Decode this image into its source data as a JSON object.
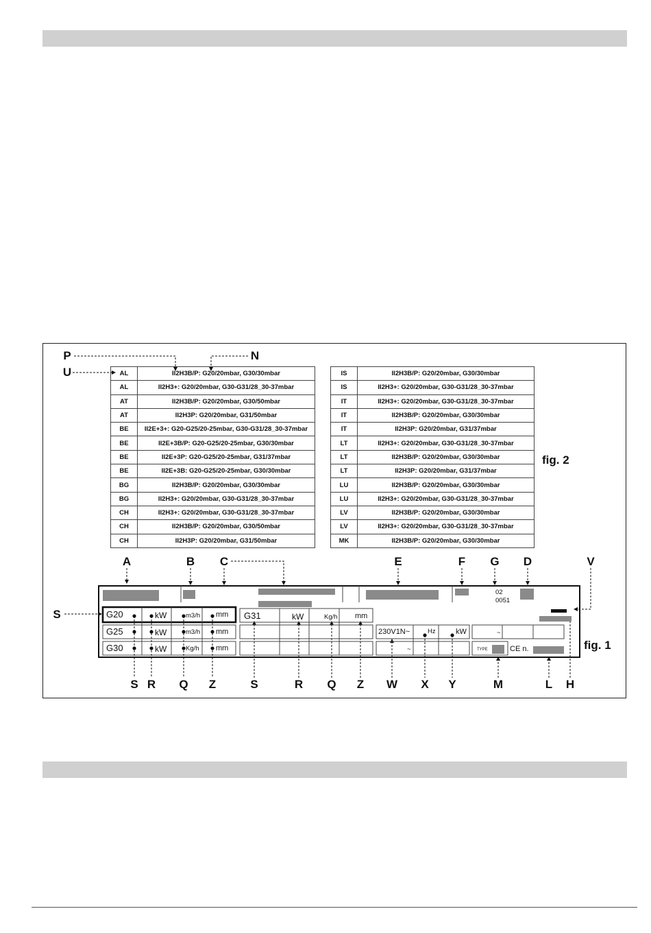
{
  "fig2_label": "fig. 2",
  "fig1_label": "fig. 1",
  "fig2_callouts": {
    "p": "P",
    "n": "N",
    "u": "U"
  },
  "country_table_left": [
    {
      "code": "AL",
      "gas": "II2H3B/P: G20/20mbar, G30/30mbar"
    },
    {
      "code": "AL",
      "gas": "II2H3+: G20/20mbar, G30-G31/28_30-37mbar"
    },
    {
      "code": "AT",
      "gas": "II2H3B/P: G20/20mbar, G30/50mbar"
    },
    {
      "code": "AT",
      "gas": "II2H3P:  G20/20mbar, G31/50mbar"
    },
    {
      "code": "BE",
      "gas": "II2E+3+: G20-G25/20-25mbar, G30-G31/28_30-37mbar"
    },
    {
      "code": "BE",
      "gas": "II2E+3B/P:  G20-G25/20-25mbar, G30/30mbar"
    },
    {
      "code": "BE",
      "gas": "II2E+3P: G20-G25/20-25mbar, G31/37mbar"
    },
    {
      "code": "BE",
      "gas": "II2E+3B: G20-G25/20-25mbar, G30/30mbar"
    },
    {
      "code": "BG",
      "gas": "II2H3B/P: G20/20mbar, G30/30mbar"
    },
    {
      "code": "BG",
      "gas": "II2H3+: G20/20mbar, G30-G31/28_30-37mbar"
    },
    {
      "code": "CH",
      "gas": "II2H3+: G20/20mbar, G30-G31/28_30-37mbar"
    },
    {
      "code": "CH",
      "gas": "II2H3B/P: G20/20mbar, G30/50mbar"
    },
    {
      "code": "CH",
      "gas": "II2H3P: G20/20mbar, G31/50mbar"
    }
  ],
  "country_table_right": [
    {
      "code": "IS",
      "gas": "II2H3B/P: G20/20mbar, G30/30mbar"
    },
    {
      "code": "IS",
      "gas": "II2H3+: G20/20mbar, G30-G31/28_30-37mbar"
    },
    {
      "code": "IT",
      "gas": "II2H3+: G20/20mbar, G30-G31/28_30-37mbar"
    },
    {
      "code": "IT",
      "gas": "II2H3B/P: G20/20mbar, G30/30mbar"
    },
    {
      "code": "IT",
      "gas": "II2H3P: G20/20mbar, G31/37mbar"
    },
    {
      "code": "LT",
      "gas": "II2H3+: G20/20mbar, G30-G31/28_30-37mbar"
    },
    {
      "code": "LT",
      "gas": "II2H3B/P: G20/20mbar, G30/30mbar"
    },
    {
      "code": "LT",
      "gas": "II2H3P: G20/20mbar, G31/37mbar"
    },
    {
      "code": "LU",
      "gas": "II2H3B/P: G20/20mbar, G30/30mbar"
    },
    {
      "code": "LU",
      "gas": "II2H3+: G20/20mbar, G30-G31/28_30-37mbar"
    },
    {
      "code": "LV",
      "gas": "II2H3B/P: G20/20mbar, G30/30mbar"
    },
    {
      "code": "LV",
      "gas": "II2H3+: G20/20mbar, G30-G31/28_30-37mbar"
    },
    {
      "code": "MK",
      "gas": "II2H3B/P: G20/20mbar, G30/30mbar"
    }
  ],
  "fig1_top_letters": {
    "a": "A",
    "b": "B",
    "c": "C",
    "e": "E",
    "f": "F",
    "g": "G",
    "d": "D",
    "v": "V"
  },
  "fig1_side_letter": "S",
  "fig1_bottom_letters": {
    "s1": "S",
    "r1": "R",
    "q1": "Q",
    "z1": "Z",
    "s2": "S",
    "r2": "R",
    "q2": "Q",
    "z2": "Z",
    "w": "W",
    "x": "X",
    "y": "Y",
    "m": "M",
    "l": "L",
    "h": "H"
  },
  "plate": {
    "g_value_1": "02",
    "g_value_2": "0051",
    "gas_rows": [
      {
        "gas": "G20",
        "power_unit": "kW",
        "flow_unit": "m3/h",
        "pressure_unit": "mm"
      },
      {
        "gas": "G25",
        "power_unit": "kW",
        "flow_unit": "m3/h",
        "pressure_unit": "mm"
      },
      {
        "gas": "G30",
        "power_unit": "kW",
        "flow_unit": "Kg/h",
        "pressure_unit": "mm"
      }
    ],
    "g31": {
      "gas": "G31",
      "power_unit": "kW",
      "flow_unit": "Kg/h",
      "pressure_unit": "mm"
    },
    "voltage": "230V1N~",
    "freq_unit": "Hz",
    "elec_power_unit": "kW",
    "tilde_1": "~",
    "tilde_2": "~",
    "type_label": "TYPE",
    "ce_label": "CE n."
  }
}
